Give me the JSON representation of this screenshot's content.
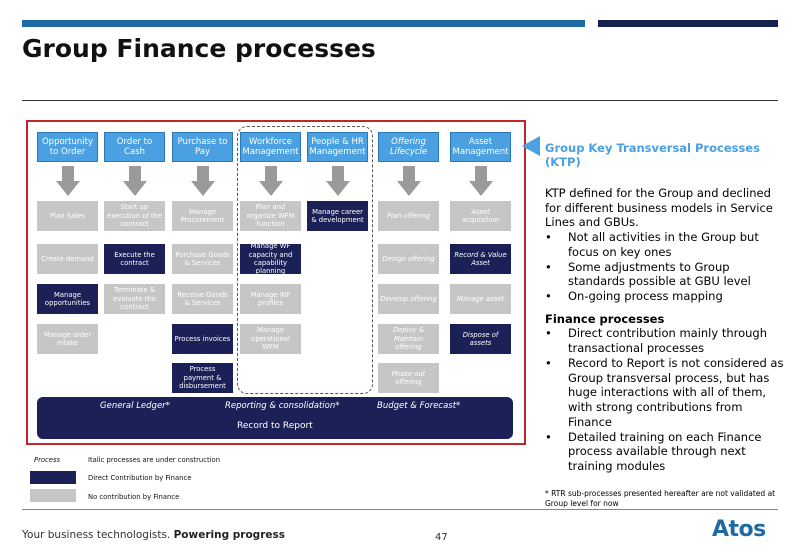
{
  "slide": {
    "title": "Group Finance processes",
    "page_number": "47",
    "footer_left_regular": "Your business technologists.",
    "footer_left_bold": "Powering progress",
    "logo": "Atos"
  },
  "colors": {
    "accent_blue": "#4aa0e0",
    "dark_navy": "#1b2156",
    "grey_box": "#c6c6c6",
    "frame_red": "#c0262c"
  },
  "columns": [
    {
      "header": "Opportunity to Order",
      "italic": false,
      "items": [
        {
          "text": "Plan Sales",
          "style": "g"
        },
        {
          "text": "Create demand",
          "style": "g"
        },
        {
          "text": "Manage opportunities",
          "style": "d"
        },
        {
          "text": "Manage order intake",
          "style": "g"
        }
      ]
    },
    {
      "header": "Order to Cash",
      "italic": false,
      "items": [
        {
          "text": "Start up execution of the contract",
          "style": "g"
        },
        {
          "text": "Execute the contract",
          "style": "d"
        },
        {
          "text": "Terminate & evaluate the contract",
          "style": "g"
        }
      ]
    },
    {
      "header": "Purchase to Pay",
      "italic": false,
      "items": [
        {
          "text": "Manage Procurement",
          "style": "g"
        },
        {
          "text": "Purchase Goods & Services",
          "style": "g"
        },
        {
          "text": "Receive Goods & Services",
          "style": "g"
        },
        {
          "text": "Process invoices",
          "style": "d"
        },
        {
          "text": "Process payment & disbursement",
          "style": "d"
        }
      ]
    },
    {
      "header": "Workforce Management",
      "italic": false,
      "items": [
        {
          "text": "Plan and organize WFM function",
          "style": "g"
        },
        {
          "text": "Manage WF capacity and capability planning",
          "style": "d"
        },
        {
          "text": "Manage WF profiles",
          "style": "g"
        },
        {
          "text": "Manage operational WFM",
          "style": "g"
        }
      ]
    },
    {
      "header": "People & HR Management",
      "italic": false,
      "items": [
        {
          "text": "Manage career & development",
          "style": "d"
        }
      ]
    },
    {
      "header": "Offering Lifecycle",
      "italic": true,
      "items": [
        {
          "text": "Plan offering",
          "style": "g it"
        },
        {
          "text": "Design offering",
          "style": "g it"
        },
        {
          "text": "Develop offering",
          "style": "g it"
        },
        {
          "text": "Deploy & Maintain offering",
          "style": "g it"
        },
        {
          "text": "Phase out offering",
          "style": "g it"
        }
      ]
    },
    {
      "header": "Asset Management",
      "italic": false,
      "items": [
        {
          "text": "Asset acquisition",
          "style": "g it"
        },
        {
          "text": "Record & Value Asset",
          "style": "d it"
        },
        {
          "text": "Manage asset",
          "style": "g it"
        },
        {
          "text": "Dispose of assets",
          "style": "d it"
        }
      ]
    }
  ],
  "bottom_bar": {
    "general_ledger": "General Ledger*",
    "reporting": "Reporting & consolidation*",
    "budget": "Budget & Forecast*",
    "record_to_report": "Record to Report"
  },
  "legend": {
    "process_label": "Process",
    "italic_note": "Italic processes are under construction",
    "direct": "Direct Contribution by Finance",
    "none": "No contribution by Finance"
  },
  "right_panel": {
    "ktp_title": "Group Key Transversal Processes (KTP)",
    "ktp_intro": "KTP defined for the Group and declined for different business models in Service Lines and GBUs.",
    "ktp_bullets": [
      "Not all activities in the Group but focus on key ones",
      "Some adjustments to Group standards possible at GBU level",
      "On-going process mapping"
    ],
    "finance_title": "Finance processes",
    "finance_bullets": [
      "Direct contribution mainly through transactional processes",
      "Record to Report is not considered as Group transversal process, but has huge interactions with all of them, with strong contributions from Finance",
      "Detailed training on each Finance process available through next training modules"
    ],
    "bullet_char": "•",
    "note": "* RTR sub-processes presented hereafter are not validated at Group level for now"
  }
}
